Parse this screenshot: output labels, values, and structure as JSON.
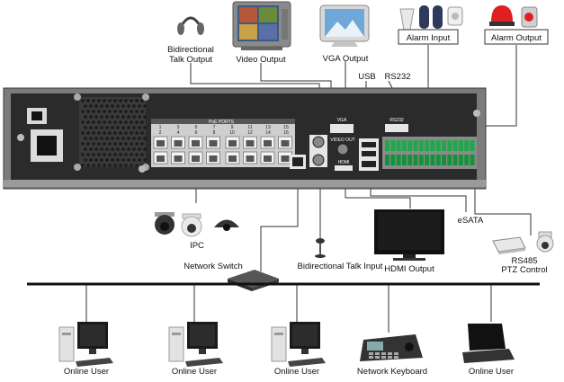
{
  "labels": {
    "bidirectional_talk_output_line1": "Bidirectional",
    "bidirectional_talk_output_line2": "Talk Output",
    "video_output": "Video Output",
    "vga_output": "VGA Output",
    "alarm_input": "Alarm Input",
    "alarm_output": "Alarm Output",
    "usb": "USB",
    "rs232": "RS232",
    "esata": "eSATA",
    "ipc": "IPC",
    "hdmi_output": "HDMI Output",
    "rs485_line1": "RS485",
    "rs485_line2": "PTZ Control",
    "network_switch": "Network Switch",
    "bidirectional_talk_input": "Bidirectional Talk Input",
    "online_user_1": "Online User",
    "online_user_2": "Online User",
    "online_user_3": "Online User",
    "network_keyboard": "Network Keyboard",
    "online_user_4": "Online User"
  },
  "panel": {
    "poe_ports_title": "PoE PORTS",
    "port_numbers_top": [
      "1",
      "3",
      "5",
      "7",
      "9",
      "11",
      "13",
      "15"
    ],
    "port_numbers_bottom": [
      "2",
      "4",
      "6",
      "8",
      "10",
      "12",
      "14",
      "16"
    ],
    "vga_port": "VGA",
    "video_out_port": "VIDEO OUT",
    "hdmi_port": "HDMI",
    "rs232_port": "RS232"
  }
}
